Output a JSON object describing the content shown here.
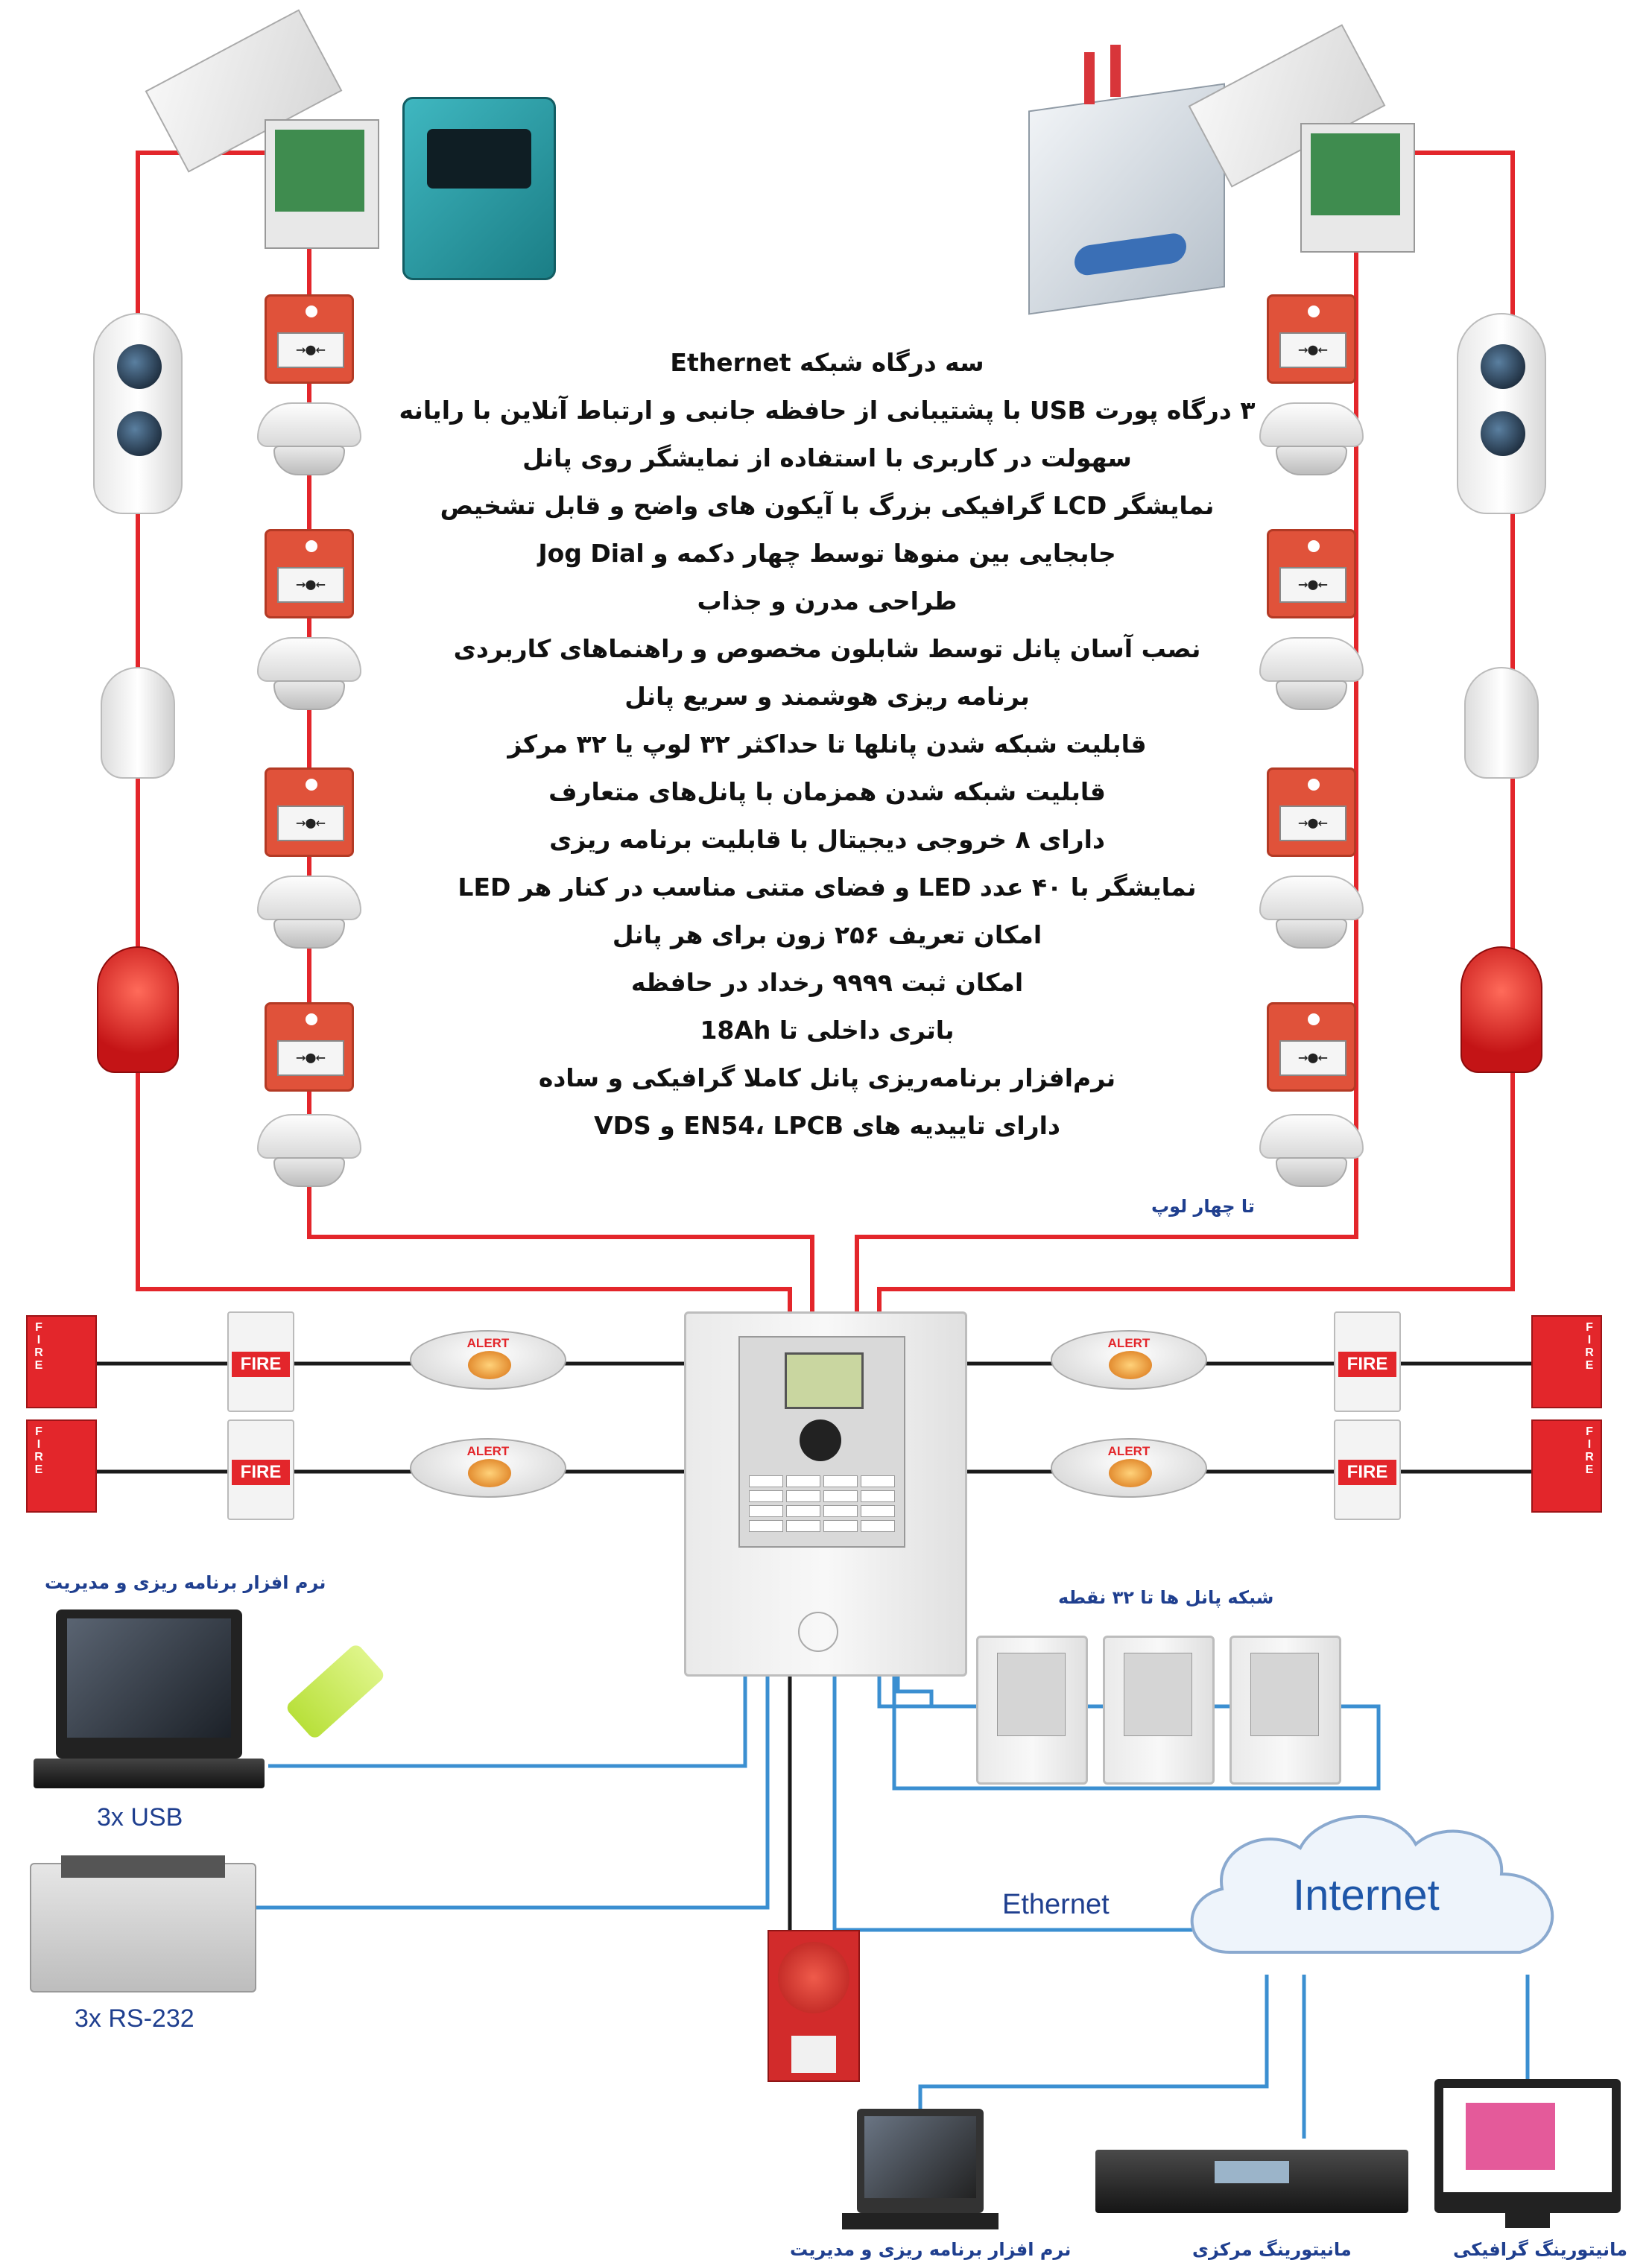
{
  "diagram": {
    "features": [
      "سه درگاه شبکه Ethernet",
      "۳ درگاه پورت USB با پشتیبانی از حافظه جانبی و ارتباط آنلاین با رایانه",
      "سهولت در کاربری با استفاده از نمایشگر روی پانل",
      "نمایشگر LCD گرافیکی بزرگ با آیکون های واضح و قابل تشخیص",
      "جابجایی بین منوها توسط چهار دکمه و Jog Dial",
      "طراحی مدرن و جذاب",
      "نصب آسان پانل توسط شابلون مخصوص و راهنماهای کاربردی",
      "برنامه ریزی هوشمند و سریع پانل",
      "قابلیت شبکه شدن پانلها تا حداکثر ۳۲ لوپ یا ۳۲ مرکز",
      "قابلیت شبکه شدن همزمان با پانل‌های متعارف",
      "دارای ۸ خروجی دیجیتال با قابلیت برنامه ریزی",
      "نمایشگر با ۴۰ عدد LED و فضای متنی مناسب در کنار هر LED",
      "امکان تعریف ۲۵۶ زون برای هر پانل",
      "امکان ثبت ۹۹۹۹ رخداد در حافظه",
      "باتری داخلی تا 18Ah",
      "نرم‌افزار برنامه‌ریزی پانل کاملا گرافیکی و ساده",
      "دارای تاییدیه های EN54، LPCB و VDS"
    ],
    "loop_note": "تا چهار لوپ",
    "software_caption_left": "نرم افزار برنامه ریزی و مدیریت",
    "usb_label": "3x USB",
    "rs232_label": "3x RS-232",
    "network_caption": "شبکه پانل ها تا ۳۲ نقطه",
    "ethernet_label": "Ethernet",
    "internet_label": "Internet",
    "software_caption_bottom": "نرم افزار برنامه ریزی و مدیریت",
    "central_monitoring_caption": "مانیتورینگ مرکزی",
    "graphic_monitoring_caption": "مانیتورینگ گرافیکی",
    "strobe_text": "FIRE",
    "horn_text": "FIRE",
    "alert_text": "ALERT",
    "mcp_symbol": "→●←"
  },
  "colors": {
    "loop_wire": "#e3262b",
    "sounder_wire": "#1a1a1a",
    "network_wire": "#3b8fd1",
    "caption": "#1f3f8f"
  }
}
